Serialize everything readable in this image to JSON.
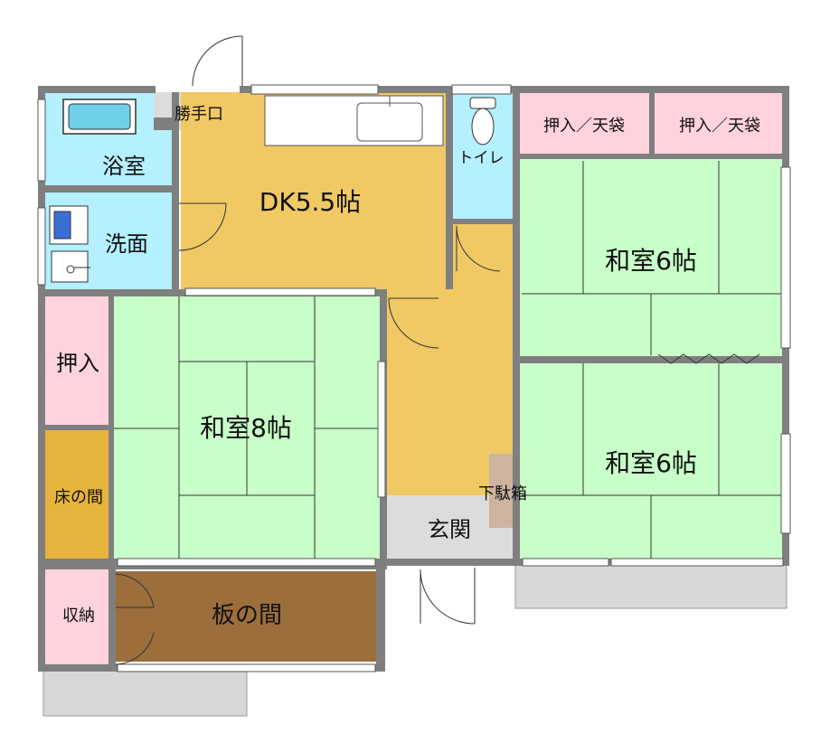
{
  "rooms": {
    "bath": "浴室",
    "katteguchi": "勝手口",
    "wash": "洗面",
    "dk": "DK5.5帖",
    "toilet": "トイレ",
    "oshiire_tenbukuro_1": "押入／天袋",
    "oshiire_tenbukuro_2": "押入／天袋",
    "washitsu6_top": "和室6帖",
    "washitsu6_bottom": "和室6帖",
    "oshiire": "押入",
    "washitsu8": "和室8帖",
    "tokonoma": "床の間",
    "getabako": "下駄箱",
    "genkan": "玄関",
    "shuno": "収納",
    "itanoma": "板の間"
  },
  "colors": {
    "wall": "#7f7f7f",
    "tatami": "#c8ffc8",
    "flooring": "#f0c864",
    "water": "#b4f0ff",
    "closet": "#ffd2dc",
    "tokonoma": "#e6b43c",
    "wood": "#9b6e3c",
    "genkan": "#dcdcdc",
    "terrace": "#d8d8d8",
    "getabako": "#cdb4a0"
  }
}
